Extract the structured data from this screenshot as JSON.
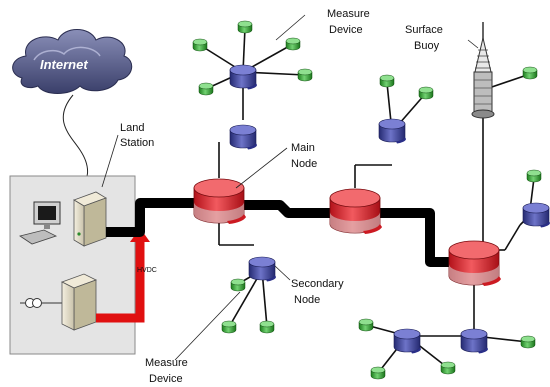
{
  "labels": {
    "internet": "Internet",
    "land_station_line1": "Land",
    "land_station_line2": "Station",
    "main_node_line1": "Main",
    "main_node_line2": "Node",
    "secondary_node_line1": "Secondary",
    "secondary_node_line2": "Node",
    "measure_top_line1": "Measure",
    "measure_top_line2": "Device",
    "measure_bottom_line1": "Measure",
    "measure_bottom_line2": "Device",
    "surface_buoy_line1": "Surface",
    "surface_buoy_line2": "Buoy",
    "hvdc": "HVDC"
  },
  "colors": {
    "main_node": "#e8202a",
    "secondary_node": "#3a3f9a",
    "measure_device": "#2fa02f",
    "power_line": "#e01010",
    "backbone": "#000000",
    "cloud": "#5a5f8a",
    "station_panel": "#e4e4e4"
  }
}
